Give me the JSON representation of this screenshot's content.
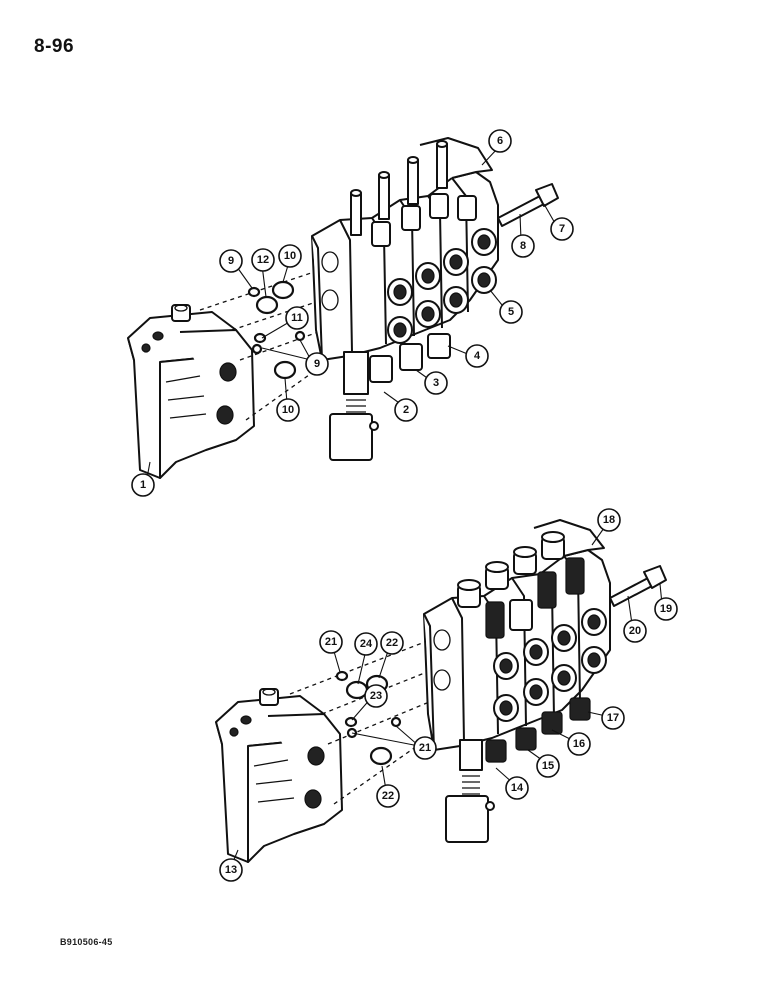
{
  "page": {
    "page_number": "8-96",
    "figure_code": "B910506-45"
  },
  "diagram": {
    "callouts": [
      {
        "id": "c1",
        "label": "1"
      },
      {
        "id": "c2",
        "label": "2"
      },
      {
        "id": "c3",
        "label": "3"
      },
      {
        "id": "c4",
        "label": "4"
      },
      {
        "id": "c5",
        "label": "5"
      },
      {
        "id": "c6",
        "label": "6"
      },
      {
        "id": "c7",
        "label": "7"
      },
      {
        "id": "c8",
        "label": "8"
      },
      {
        "id": "c9a",
        "label": "9"
      },
      {
        "id": "c9b",
        "label": "9"
      },
      {
        "id": "c10a",
        "label": "10"
      },
      {
        "id": "c10b",
        "label": "10"
      },
      {
        "id": "c11",
        "label": "11"
      },
      {
        "id": "c12",
        "label": "12"
      },
      {
        "id": "c13",
        "label": "13"
      },
      {
        "id": "c14",
        "label": "14"
      },
      {
        "id": "c15",
        "label": "15"
      },
      {
        "id": "c16",
        "label": "16"
      },
      {
        "id": "c17",
        "label": "17"
      },
      {
        "id": "c18",
        "label": "18"
      },
      {
        "id": "c19",
        "label": "19"
      },
      {
        "id": "c20",
        "label": "20"
      },
      {
        "id": "c21a",
        "label": "21"
      },
      {
        "id": "c21b",
        "label": "21"
      },
      {
        "id": "c22a",
        "label": "22"
      },
      {
        "id": "c22b",
        "label": "22"
      },
      {
        "id": "c23",
        "label": "23"
      },
      {
        "id": "c24",
        "label": "24"
      }
    ]
  }
}
